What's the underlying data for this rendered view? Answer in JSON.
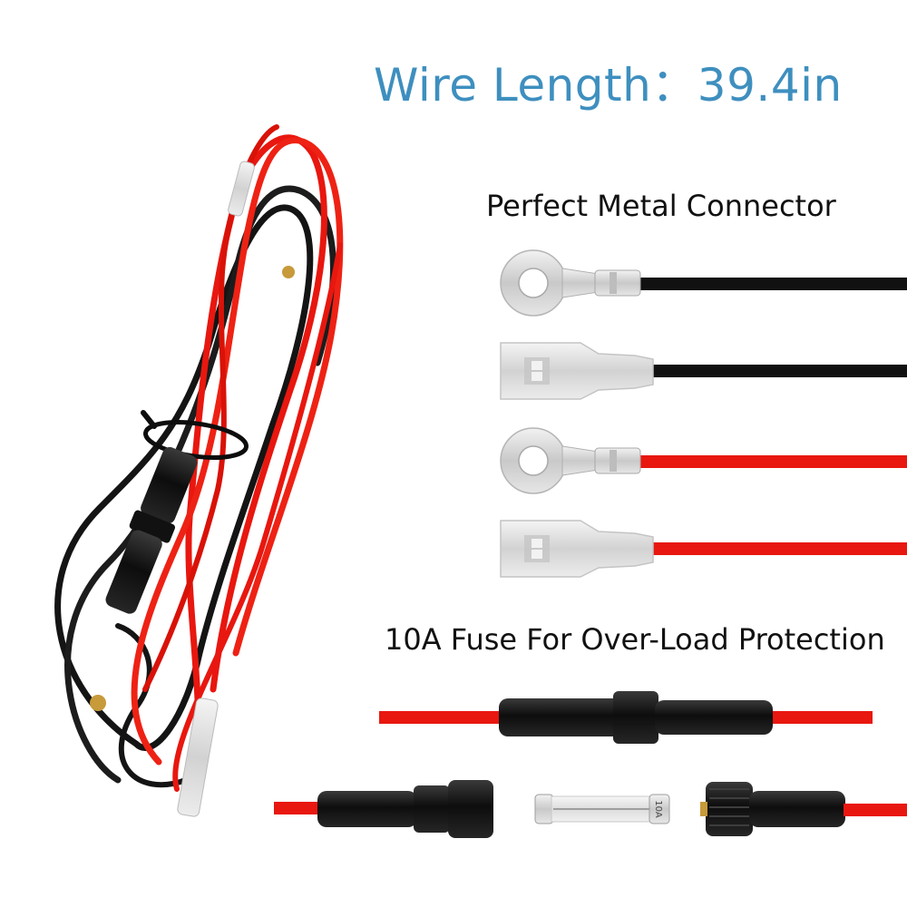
{
  "headline": "Wire Length：39.4in",
  "connector_caption": "Perfect Metal Connector",
  "fuse_caption": "10A Fuse For Over-Load Protection",
  "fuse_print": "10A",
  "colors": {
    "headline": "#3e8fbf",
    "red_wire": "#e8170f",
    "black_wire": "#111111",
    "metal": "#d9d9d9",
    "fuse_body": "#1a1a1a"
  }
}
